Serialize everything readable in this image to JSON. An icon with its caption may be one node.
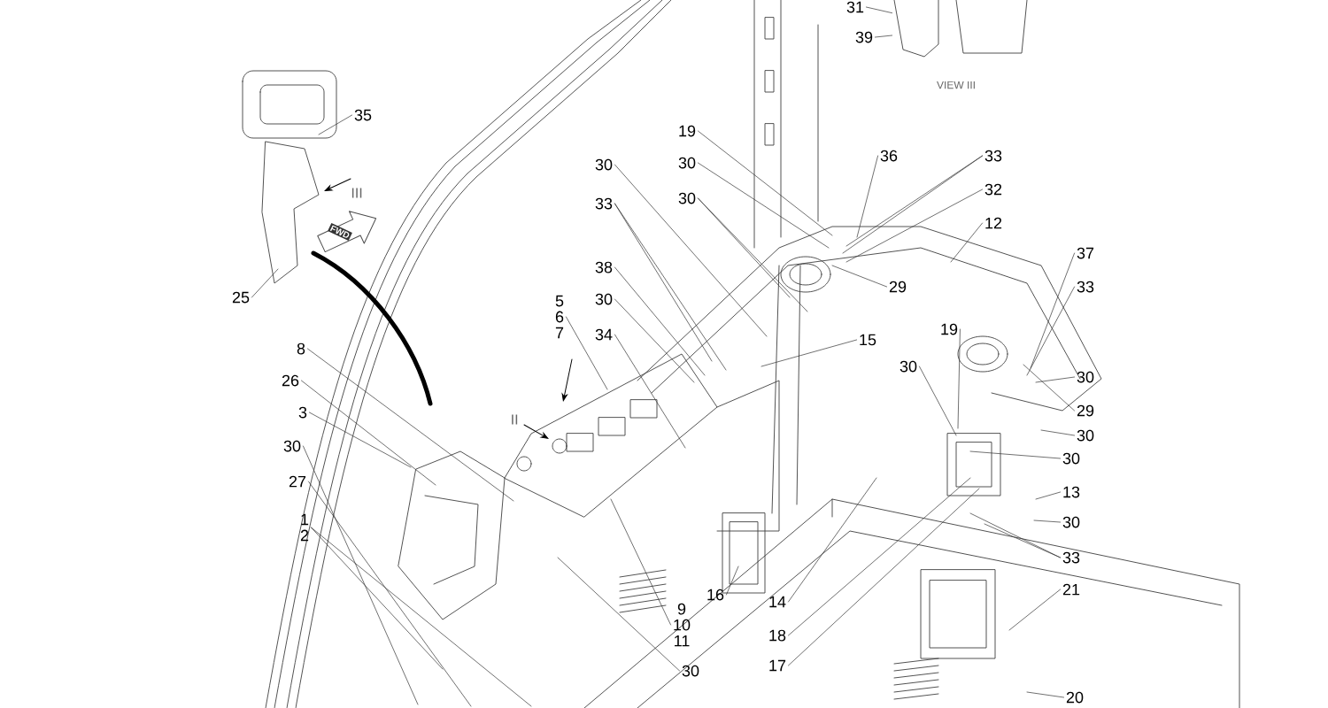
{
  "diagram": {
    "nodes": [
      {
        "text": [
          "35"
        ]
      },
      {
        "text": [
          "25"
        ]
      },
      {
        "text": [
          "31"
        ]
      },
      {
        "text": [
          "39"
        ]
      },
      {
        "text": [
          "8"
        ]
      },
      {
        "text": [
          "26"
        ]
      },
      {
        "text": [
          "3"
        ]
      },
      {
        "text": [
          "30"
        ]
      },
      {
        "text": [
          "27"
        ]
      },
      {
        "text": [
          "1",
          "2"
        ]
      },
      {
        "text": [
          "5",
          "6",
          "7"
        ]
      },
      {
        "text": [
          "34"
        ]
      },
      {
        "text": [
          "30"
        ]
      },
      {
        "text": [
          "33"
        ]
      },
      {
        "text": [
          "38"
        ]
      },
      {
        "text": [
          "30"
        ]
      },
      {
        "text": [
          "19"
        ]
      },
      {
        "text": [
          "30"
        ]
      },
      {
        "text": [
          "30"
        ]
      },
      {
        "text": [
          "36"
        ]
      },
      {
        "text": [
          "33"
        ]
      },
      {
        "text": [
          "32"
        ]
      },
      {
        "text": [
          "12"
        ]
      },
      {
        "text": [
          "29"
        ]
      },
      {
        "text": [
          "15"
        ]
      },
      {
        "text": [
          "37"
        ]
      },
      {
        "text": [
          "33"
        ]
      },
      {
        "text": [
          "19"
        ]
      },
      {
        "text": [
          "30"
        ]
      },
      {
        "text": [
          "30"
        ]
      },
      {
        "text": [
          "29"
        ]
      },
      {
        "text": [
          "30"
        ]
      },
      {
        "text": [
          "30"
        ]
      },
      {
        "text": [
          "13"
        ]
      },
      {
        "text": [
          "30"
        ]
      },
      {
        "text": [
          "33"
        ]
      },
      {
        "text": [
          "21"
        ]
      },
      {
        "text": [
          "20"
        ]
      },
      {
        "text": [
          "9",
          "10",
          "11"
        ]
      },
      {
        "text": [
          "30"
        ]
      },
      {
        "text": [
          "16"
        ]
      },
      {
        "text": [
          "14"
        ]
      },
      {
        "text": [
          "18"
        ]
      },
      {
        "text": [
          "17"
        ]
      },
      {
        "text": [],
        "shape": "picture"
      }
    ],
    "edges": [
      {
        "from": 0,
        "to": null,
        "arrow": "none"
      },
      {
        "from": 1,
        "to": null,
        "arrow": "none"
      },
      {
        "from": 2,
        "to": 44,
        "arrow": "none"
      },
      {
        "from": 3,
        "to": 44,
        "arrow": "none"
      },
      {
        "from": 4,
        "to": null,
        "arrow": "none"
      },
      {
        "from": 5,
        "to": null,
        "arrow": "none"
      },
      {
        "from": 6,
        "to": null,
        "arrow": "none"
      },
      {
        "from": 7,
        "to": null,
        "arrow": "none"
      },
      {
        "from": 8,
        "to": null,
        "arrow": "none"
      },
      {
        "from": 9,
        "to": null,
        "arrow": "none"
      },
      {
        "from": 9,
        "to": null,
        "arrow": "none"
      },
      {
        "from": 10,
        "to": null,
        "arrow": "none"
      },
      {
        "from": 11,
        "to": null,
        "arrow": "none"
      },
      {
        "from": 12,
        "to": null,
        "arrow": "none"
      },
      {
        "from": 13,
        "to": null,
        "arrow": "none"
      },
      {
        "from": 13,
        "to": null,
        "arrow": "none"
      },
      {
        "from": 14,
        "to": null,
        "arrow": "none"
      },
      {
        "from": 15,
        "to": null,
        "arrow": "none"
      },
      {
        "from": 16,
        "to": null,
        "arrow": "none"
      },
      {
        "from": 17,
        "to": null,
        "arrow": "none"
      },
      {
        "from": 18,
        "to": null,
        "arrow": "none"
      },
      {
        "from": 18,
        "to": null,
        "arrow": "none"
      },
      {
        "from": 19,
        "to": null,
        "arrow": "none"
      },
      {
        "from": 20,
        "to": null,
        "arrow": "none"
      },
      {
        "from": 20,
        "to": null,
        "arrow": "none"
      },
      {
        "from": 21,
        "to": null,
        "arrow": "none"
      },
      {
        "from": 22,
        "to": null,
        "arrow": "none"
      },
      {
        "from": 23,
        "to": null,
        "arrow": "none"
      },
      {
        "from": 24,
        "to": null,
        "arrow": "none"
      },
      {
        "from": 25,
        "to": null,
        "arrow": "none"
      },
      {
        "from": 26,
        "to": null,
        "arrow": "none"
      },
      {
        "from": 27,
        "to": null,
        "arrow": "none"
      },
      {
        "from": 28,
        "to": null,
        "arrow": "none"
      },
      {
        "from": 29,
        "to": null,
        "arrow": "none"
      },
      {
        "from": 30,
        "to": null,
        "arrow": "none"
      },
      {
        "from": 31,
        "to": null,
        "arrow": "none"
      },
      {
        "from": 32,
        "to": null,
        "arrow": "none"
      },
      {
        "from": 33,
        "to": null,
        "arrow": "none"
      },
      {
        "from": 34,
        "to": null,
        "arrow": "none"
      },
      {
        "from": 35,
        "to": null,
        "arrow": "none"
      },
      {
        "from": 35,
        "to": null,
        "arrow": "none"
      },
      {
        "from": 36,
        "to": null,
        "arrow": "none"
      },
      {
        "from": 37,
        "to": null,
        "arrow": "none"
      },
      {
        "from": 38,
        "to": null,
        "arrow": "none"
      },
      {
        "from": 39,
        "to": null,
        "arrow": "none"
      },
      {
        "from": 40,
        "to": null,
        "arrow": "none"
      },
      {
        "from": 41,
        "to": null,
        "arrow": "none"
      },
      {
        "from": 42,
        "to": null,
        "arrow": "none"
      },
      {
        "from": 43,
        "to": null,
        "arrow": "none"
      }
    ],
    "labels": [
      "VIEW III",
      "III",
      "FWD",
      "II"
    ]
  }
}
